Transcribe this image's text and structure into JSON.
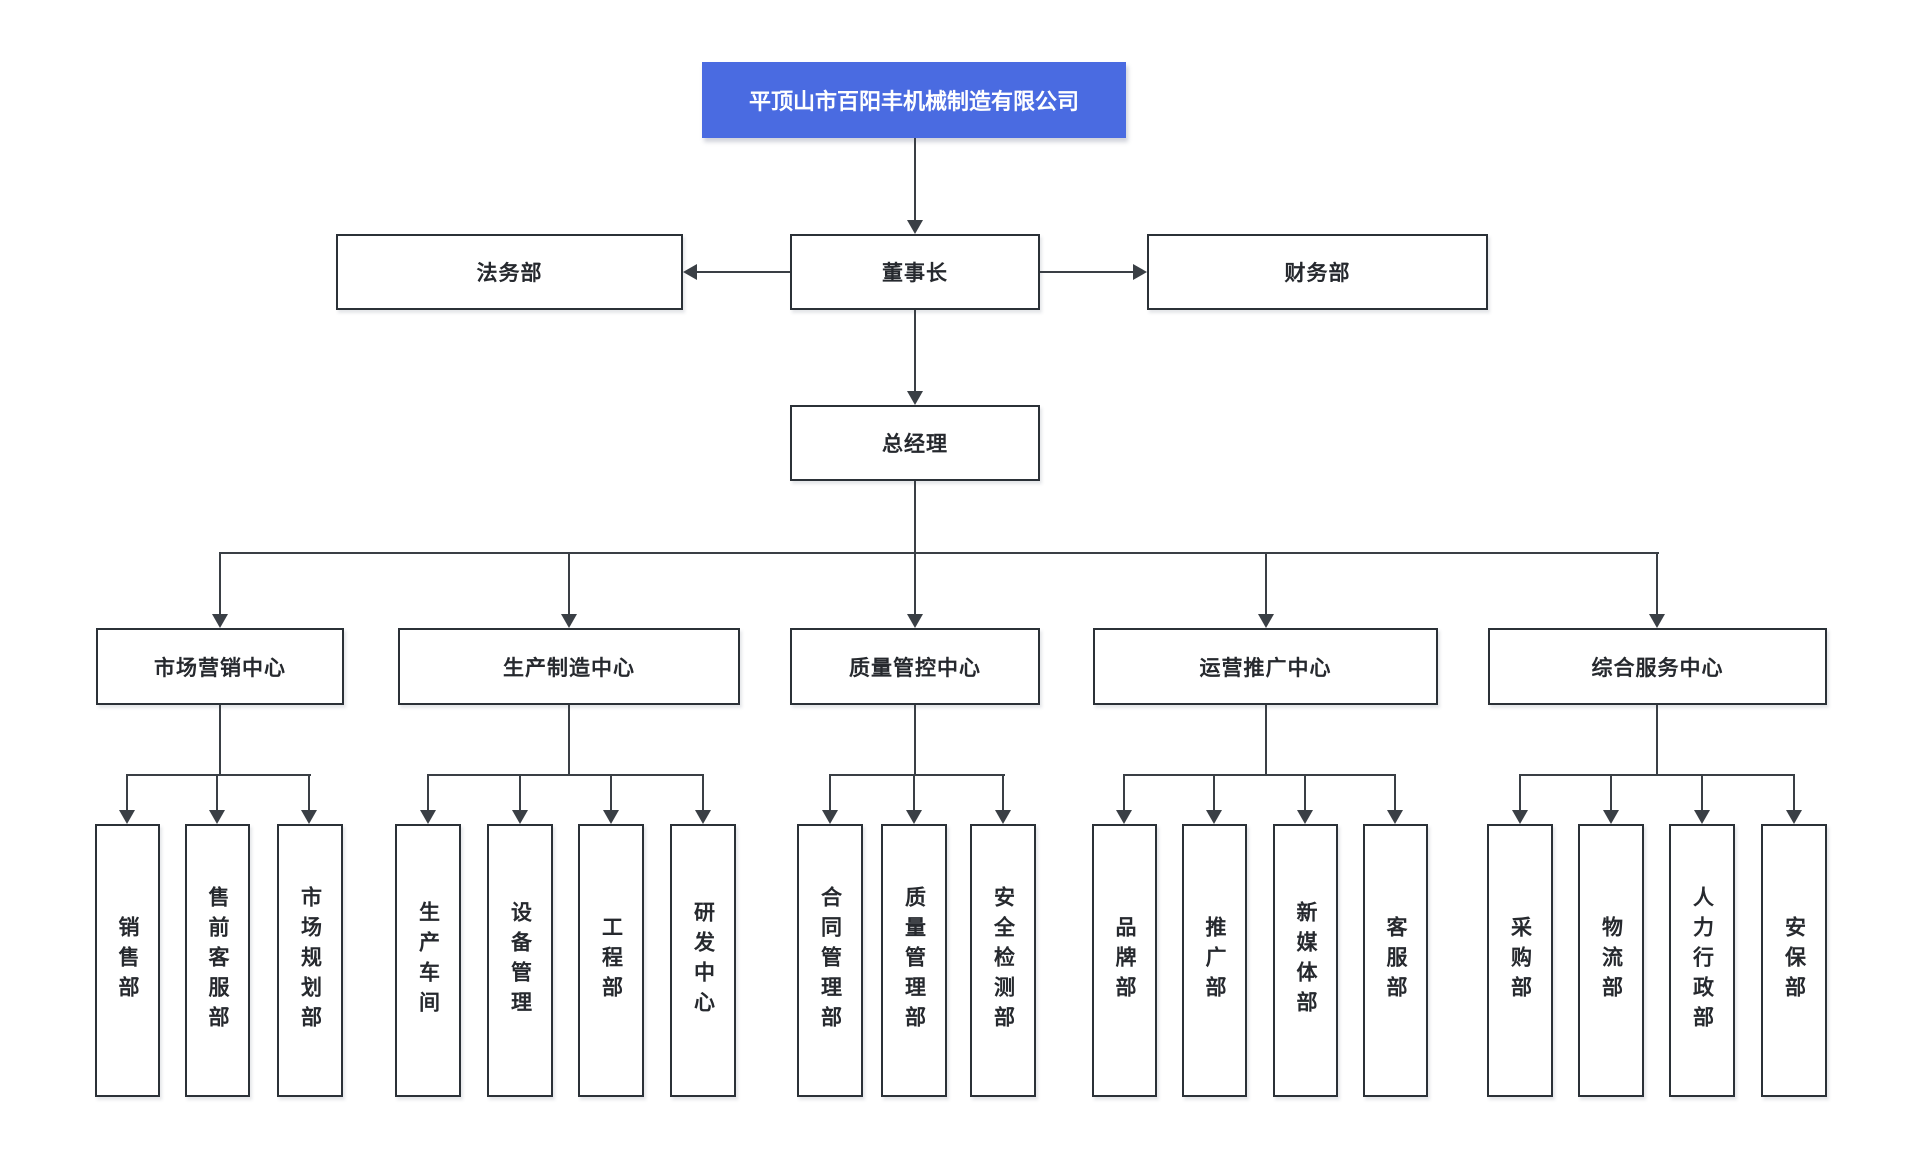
{
  "company": {
    "name": "平顶山市百阳丰机械制造有限公司"
  },
  "colors": {
    "accent": "#4a6be1",
    "line": "#3a3f45",
    "border": "#2b3137",
    "text": "#26292e"
  },
  "nodes": {
    "root": "平顶山市百阳丰机械制造有限公司",
    "legal": "法务部",
    "chairman": "董事长",
    "finance": "财务部",
    "gm": "总经理"
  },
  "centers": [
    {
      "label": "市场营销中心",
      "children": [
        "销售部",
        "售前客服部",
        "市场规划部"
      ]
    },
    {
      "label": "生产制造中心",
      "children": [
        "生产车间",
        "设备管理",
        "工程部",
        "研发中心"
      ]
    },
    {
      "label": "质量管控中心",
      "children": [
        "合同管理部",
        "质量管理部",
        "安全检测部"
      ]
    },
    {
      "label": "运营推广中心",
      "children": [
        "品牌部",
        "推广部",
        "新媒体部",
        "客服部"
      ]
    },
    {
      "label": "综合服务中心",
      "children": [
        "采购部",
        "物流部",
        "人力行政部",
        "安保部"
      ]
    }
  ]
}
